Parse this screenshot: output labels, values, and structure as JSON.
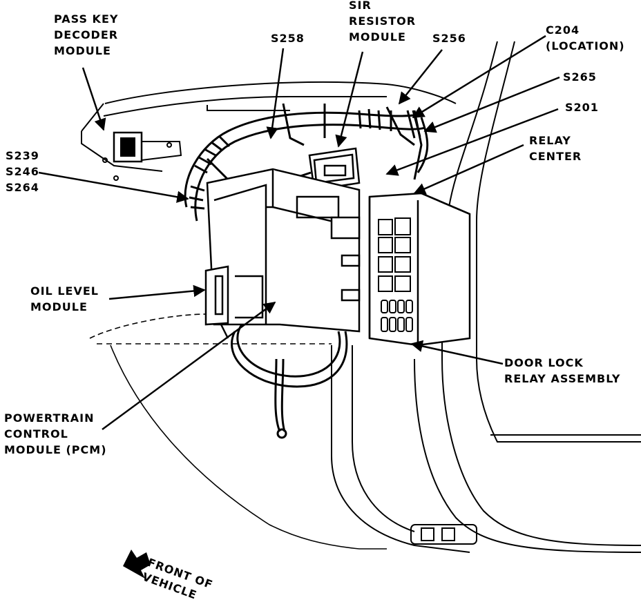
{
  "labels": {
    "pass_key_decoder": "PASS KEY\nDECODER\nMODULE",
    "sir_resistor": "SIR\nRESISTOR\nMODULE",
    "s258": "S258",
    "s256": "S256",
    "c204": "C204\n(LOCATION)",
    "s265": "S265",
    "s201": "S201",
    "relay_center": "RELAY\nCENTER",
    "s239_s246_s264": "S239\nS246\nS264",
    "oil_level": "OIL LEVEL\nMODULE",
    "door_lock_relay": "DOOR LOCK\nRELAY ASSEMBLY",
    "pcm": "POWERTRAIN\nCONTROL\nMODULE (PCM)",
    "front_of_vehicle": "FRONT OF\nVEHICLE"
  },
  "style": {
    "ink": "#000000",
    "paper": "#ffffff"
  }
}
